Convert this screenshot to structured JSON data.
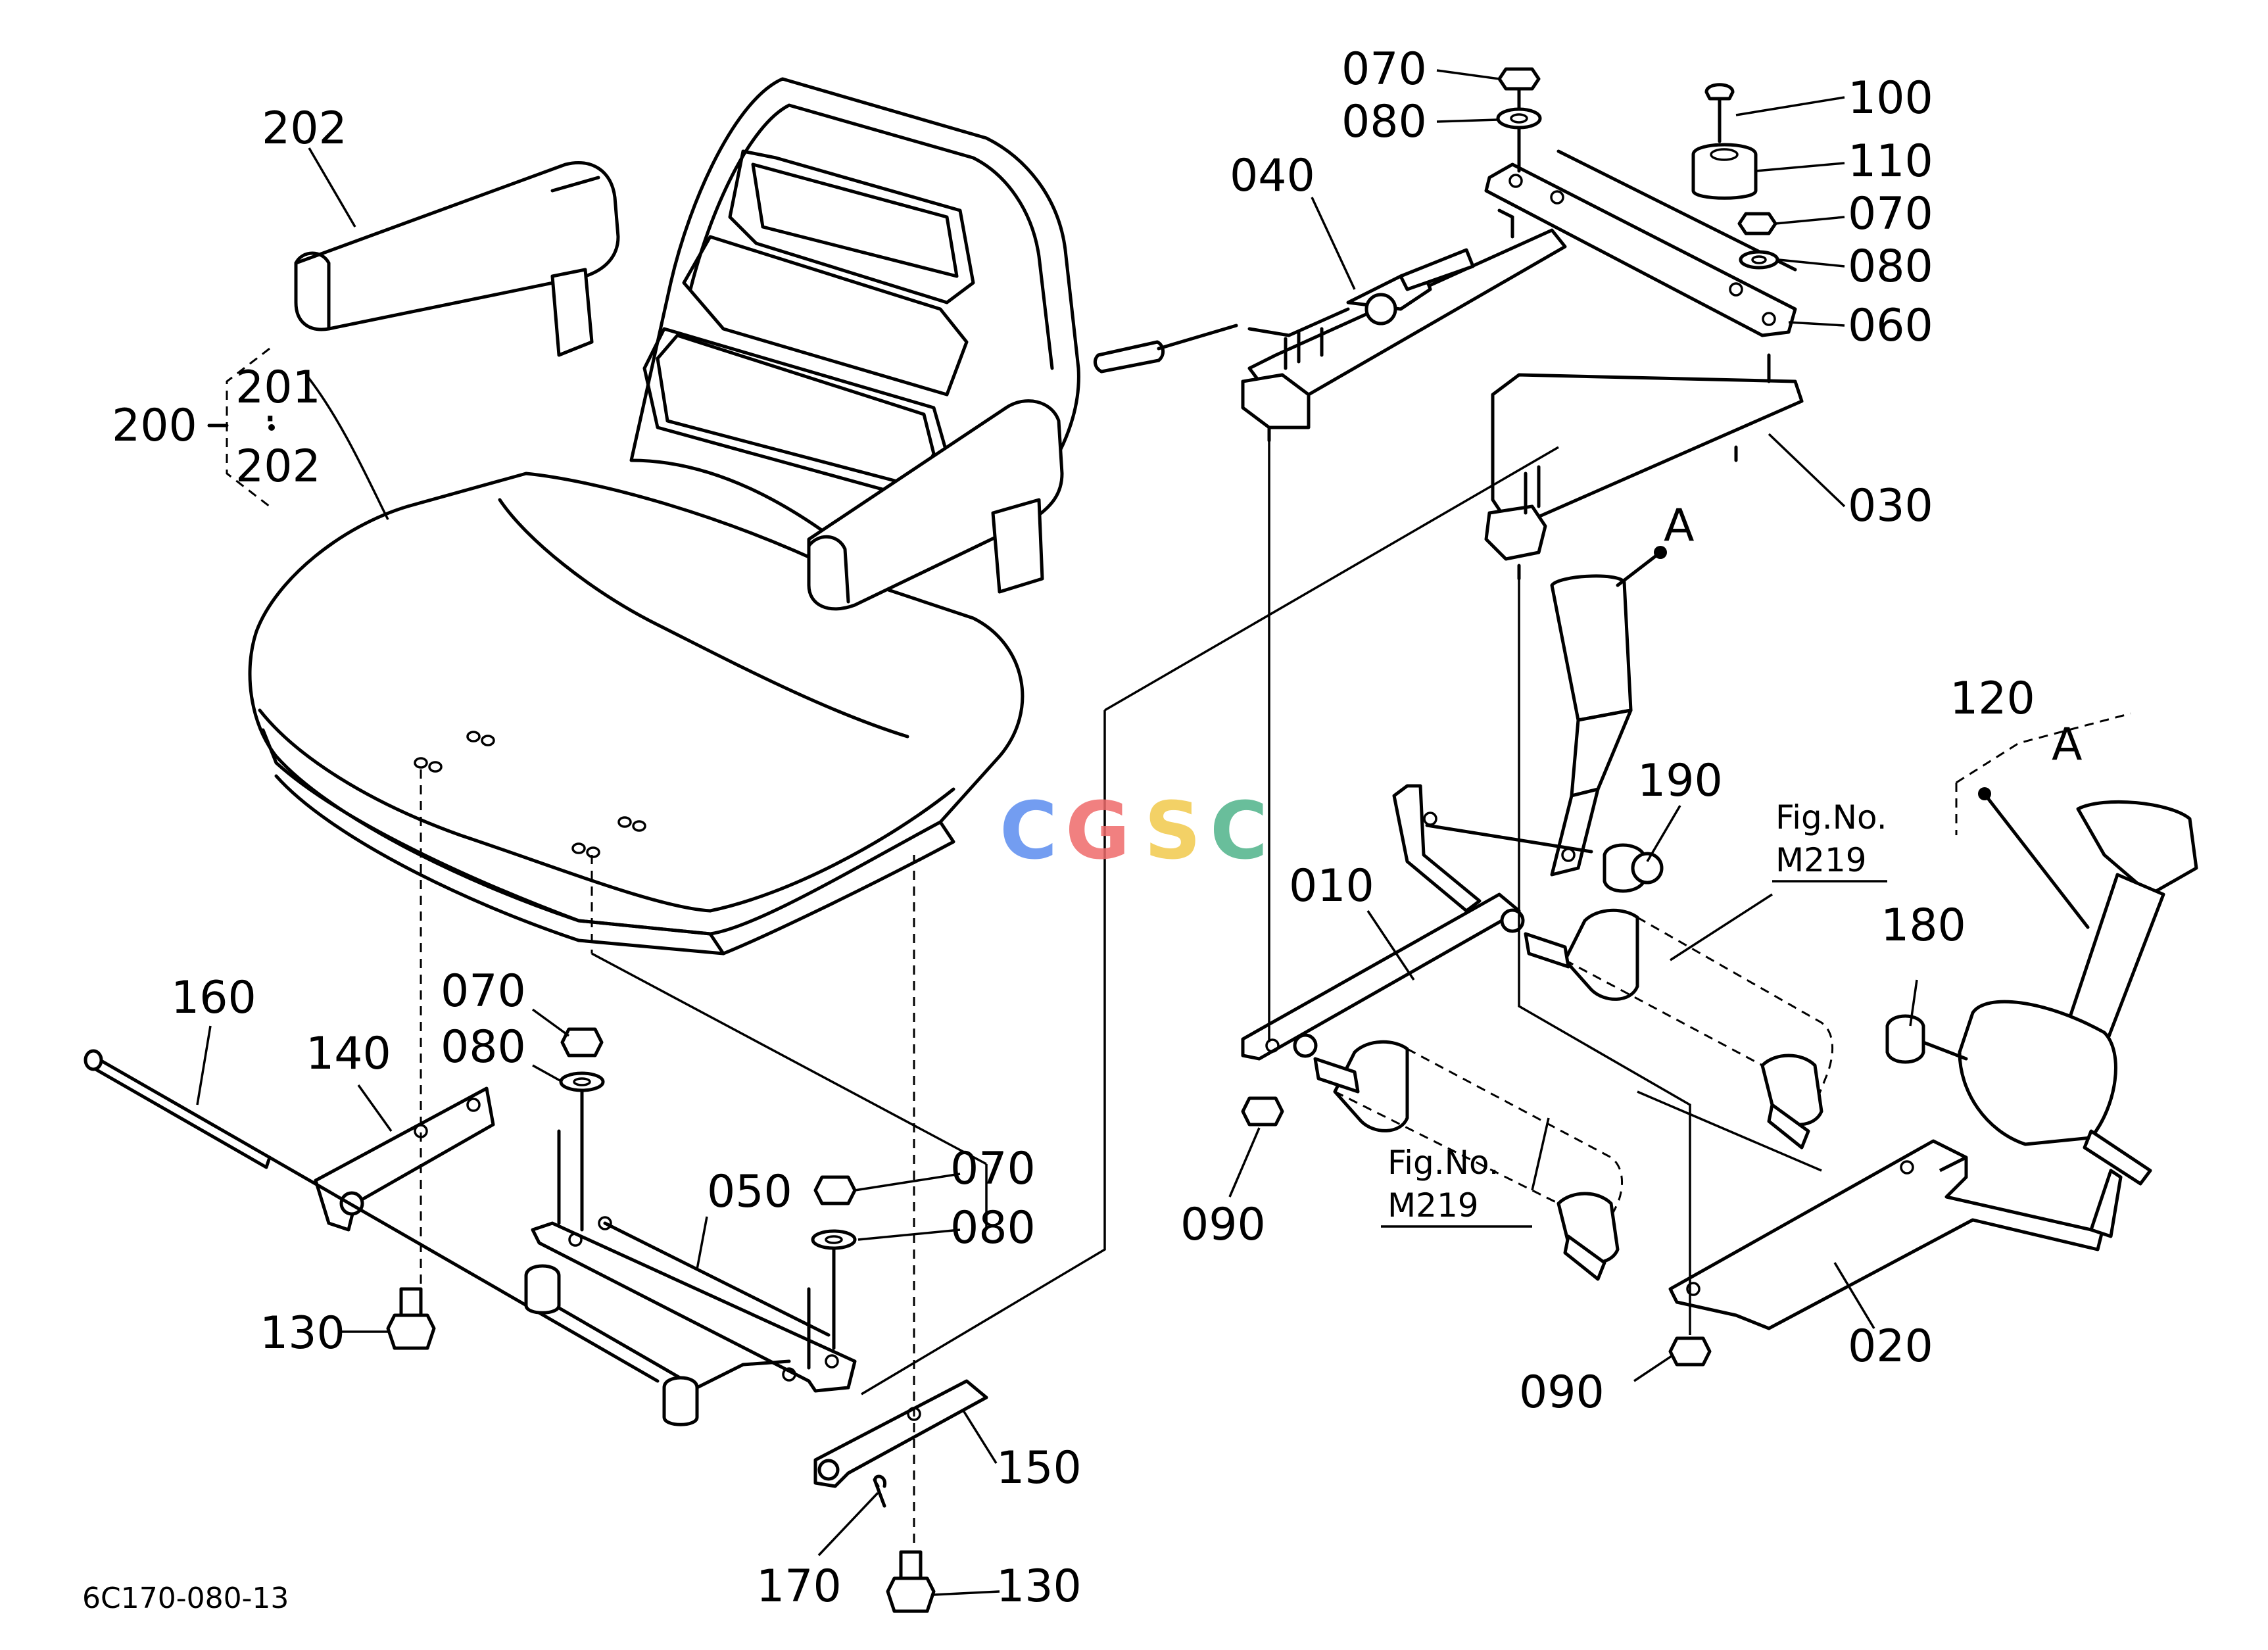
{
  "diagram": {
    "drawing_number": "6C170-080-13",
    "watermark": {
      "text": "CGSC",
      "letters": [
        "C",
        "G",
        "S",
        "C"
      ],
      "colors": [
        "#5b8def",
        "#ef6b6b",
        "#f2c94c",
        "#4fb38a"
      ]
    },
    "callouts": {
      "c202_top": "202",
      "c200": "200",
      "c201": "201",
      "c202_group": "202",
      "c070_top": "070",
      "c080_top": "080",
      "c100": "100",
      "c110": "110",
      "c070_right": "070",
      "c080_right": "080",
      "c060": "060",
      "c040": "040",
      "c030": "030",
      "cA_top": "A",
      "c190": "190",
      "c120": "120",
      "cA_right": "A",
      "c010": "010",
      "c180": "180",
      "c160": "160",
      "c140": "140",
      "c070_mid": "070",
      "c080_mid": "080",
      "c050": "050",
      "c070_low": "070",
      "c080_low": "080",
      "c090_left": "090",
      "c130_left": "130",
      "c150": "150",
      "c170": "170",
      "c130_bottom": "130",
      "c020": "020",
      "c090_bottom": "090"
    },
    "group_separator": "·",
    "figure_refs": [
      {
        "prefix": "Fig.No.",
        "number": "M219"
      },
      {
        "prefix": "Fig.No.",
        "number": "M219"
      }
    ]
  }
}
